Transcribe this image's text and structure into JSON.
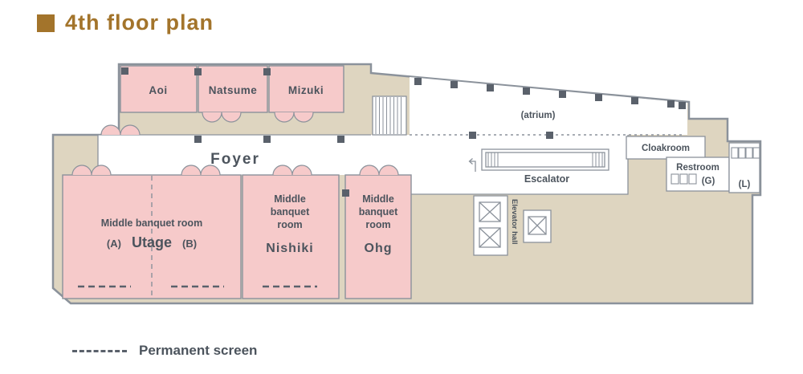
{
  "title": "4th floor plan",
  "colors": {
    "accent": "#a3742b",
    "floor_beige": "#ded5c0",
    "room_pink": "#f6caca",
    "wall_gray": "#8b929b",
    "marker_dark": "#5a616b",
    "text_gray": "#4c545d"
  },
  "rooms": {
    "aoi": "Aoi",
    "natsume": "Natsume",
    "mizuki": "Mizuki",
    "foyer": "Foyer",
    "utage": {
      "type_label": "Middle banquet room",
      "a": "(A)",
      "name": "Utage",
      "b": "(B)"
    },
    "nishiki": {
      "type_line1": "Middle",
      "type_line2": "banquet",
      "type_line3": "room",
      "name": "Nishiki"
    },
    "ohg": {
      "type_line1": "Middle",
      "type_line2": "banquet",
      "type_line3": "room",
      "name": "Ohg"
    }
  },
  "features": {
    "atrium": "(atrium)",
    "escalator": "Escalator",
    "cloakroom": "Cloakroom",
    "restroom": "Restroom",
    "restroom_g": "(G)",
    "restroom_l": "(L)",
    "elevator_hall": "Elevator hall"
  },
  "legend": {
    "permanent_screen": "Permanent screen"
  }
}
